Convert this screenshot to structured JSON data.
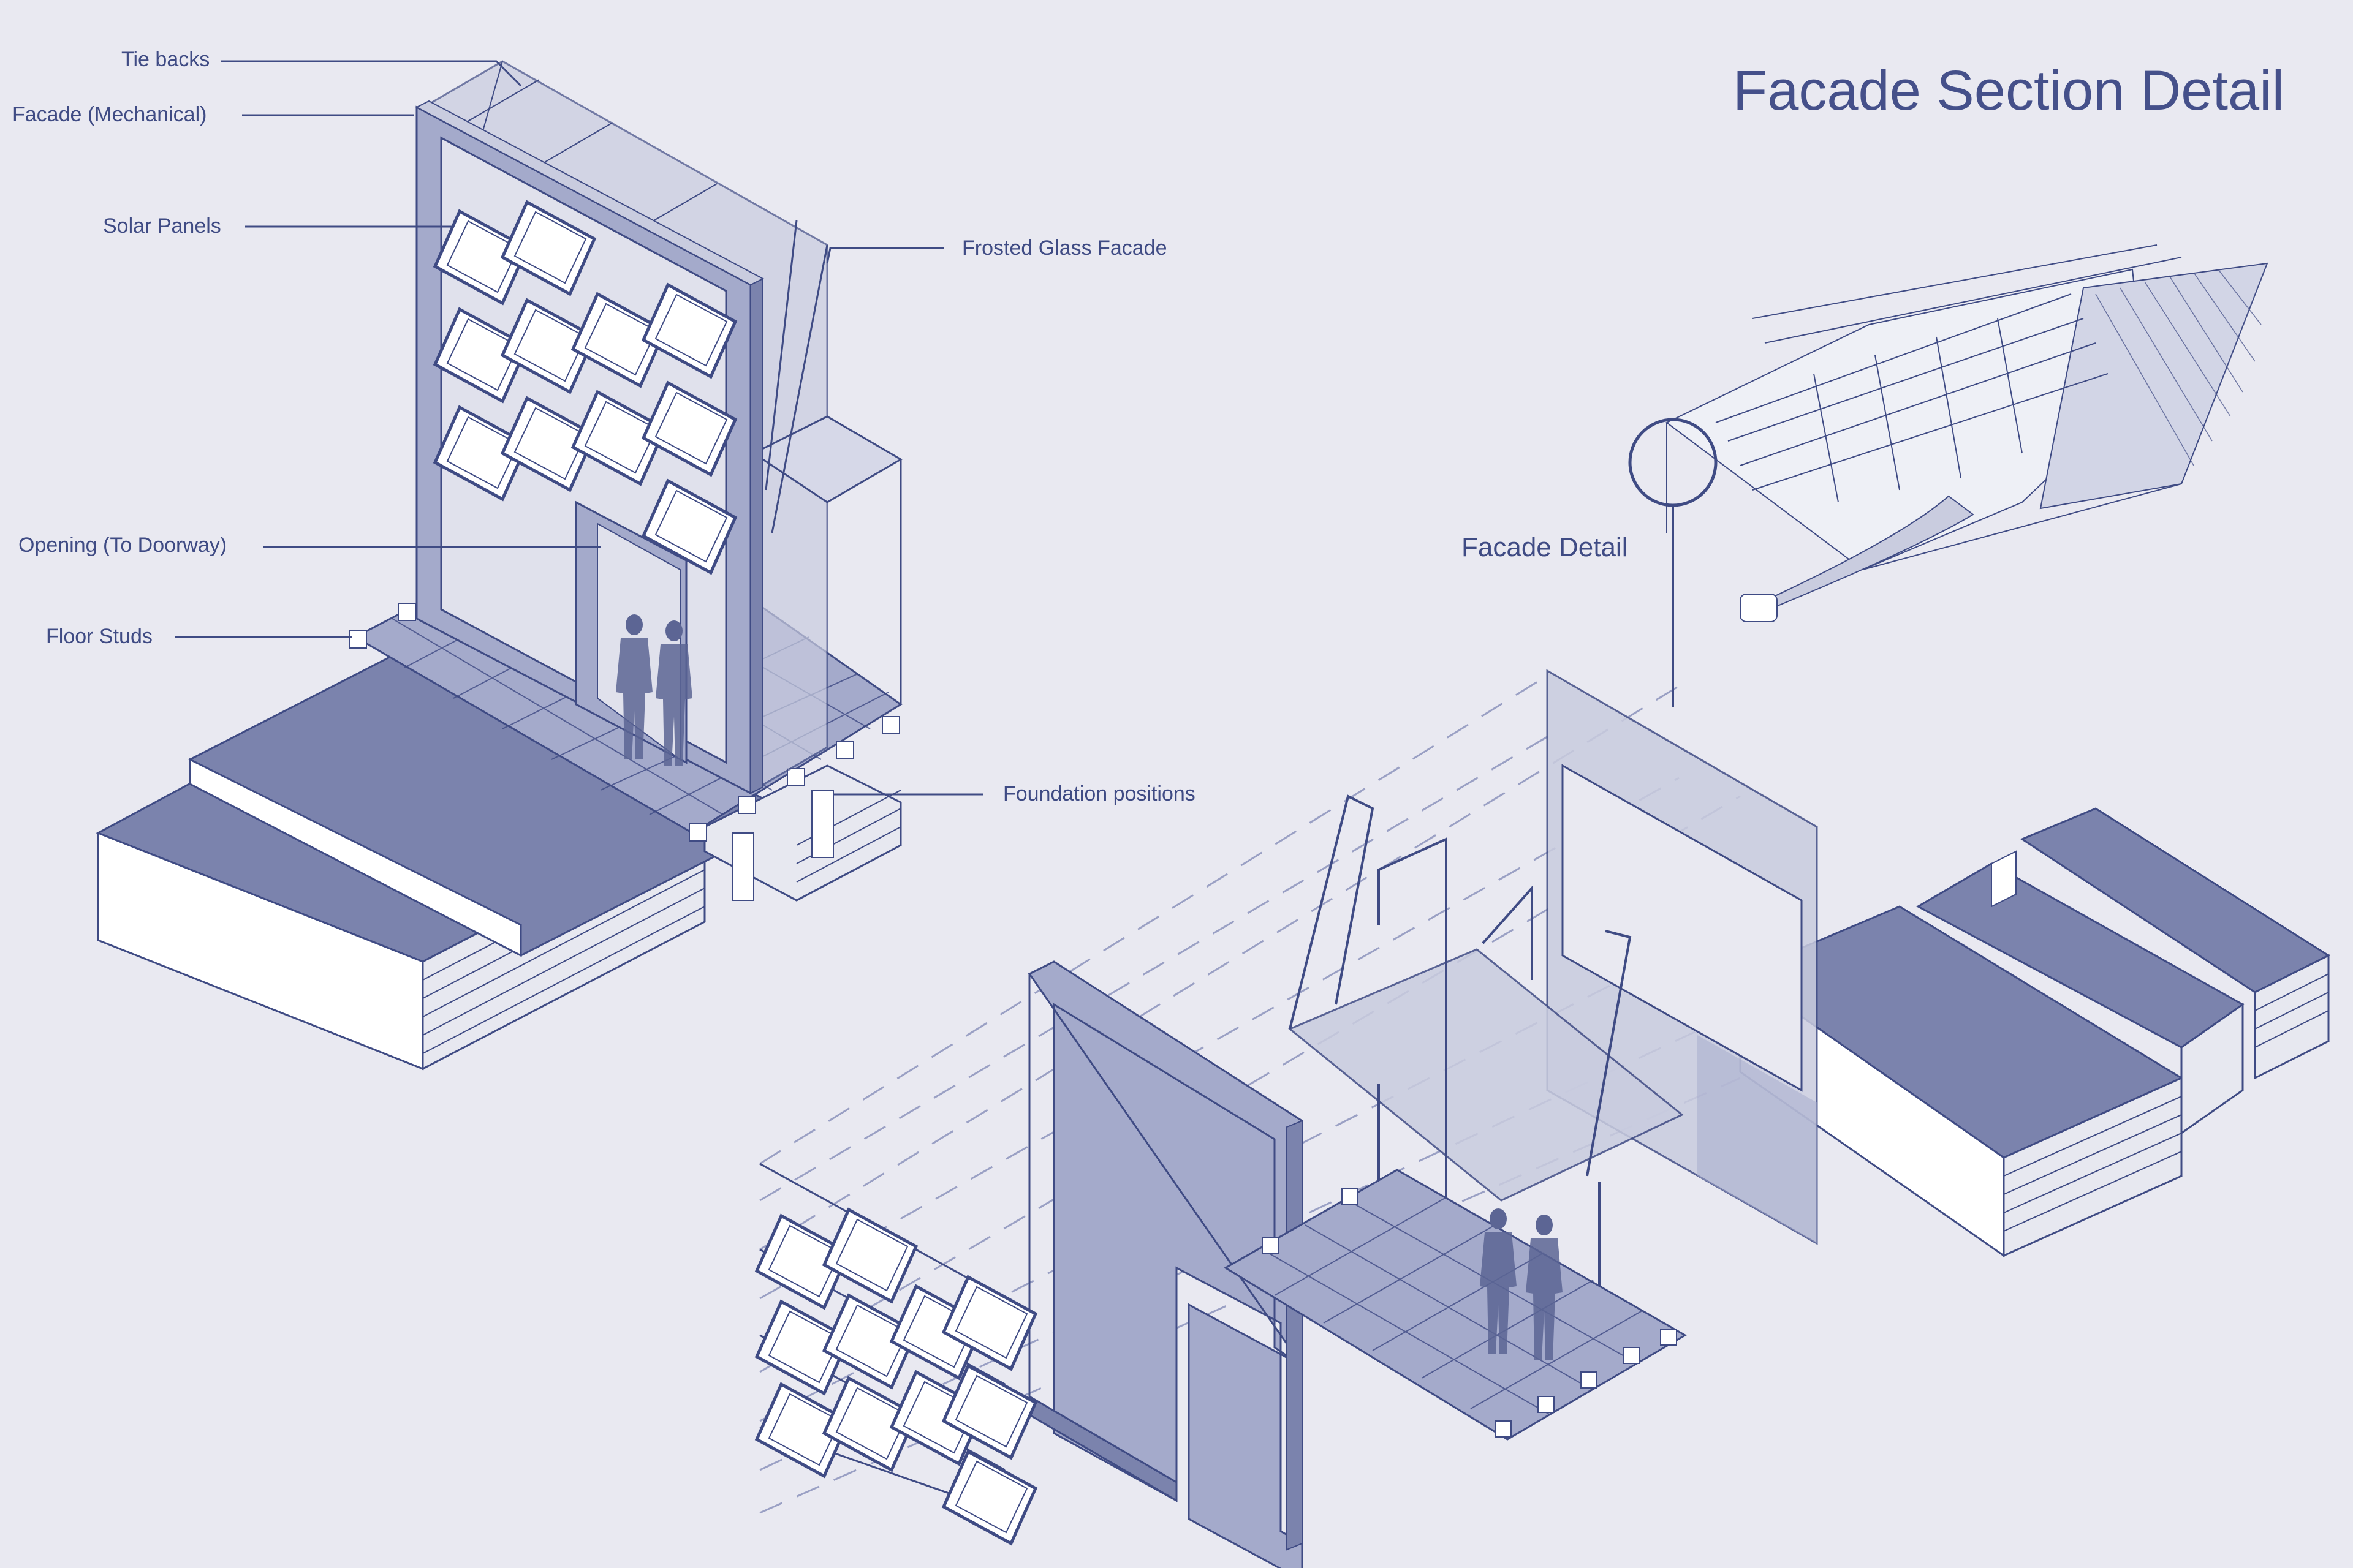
{
  "title": "Facade Section Detail",
  "detail_label": "Facade Detail",
  "callouts": {
    "tie_backs": "Tie backs",
    "facade_mechanical": "Facade (Mechanical)",
    "solar_panels": "Solar Panels",
    "frosted_glass": "Frosted Glass Facade",
    "opening": "Opening (To Doorway)",
    "floor_studs": "Floor Studs",
    "foundation": "Foundation positions"
  },
  "colors": {
    "ink": "#3f4b84",
    "fill_dark": "#7b83ad",
    "fill_mid": "#a4aacb",
    "fill_light": "#c9ccdf",
    "panel_white": "#ffffff",
    "background": "#e9e9f1"
  }
}
